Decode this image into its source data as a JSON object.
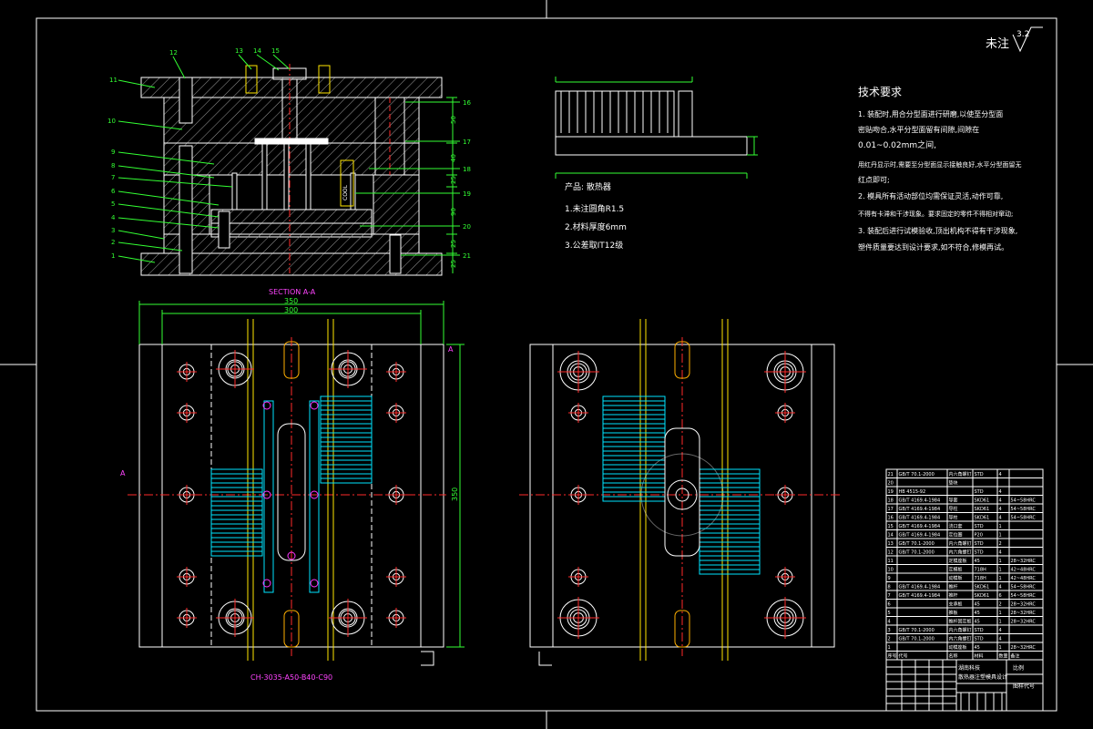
{
  "note_symbol": {
    "text": "未注",
    "roughness": "3.2"
  },
  "section_label": "SECTION A-A",
  "view_marker": "A",
  "part_callouts": [
    "1",
    "2",
    "3",
    "4",
    "5",
    "6",
    "7",
    "8",
    "9",
    "10",
    "11",
    "12",
    "13",
    "14",
    "15",
    "16",
    "17",
    "18",
    "19",
    "20",
    "21"
  ],
  "section_dims": [
    "50",
    "40",
    "25",
    "90",
    "25",
    "25"
  ],
  "plan_dims": {
    "overall_width": "350",
    "inner_width": "300",
    "height": "350"
  },
  "mold_base_code": "CH-3035-A50-B40-C90",
  "product_info": {
    "title": "产品: 散热器",
    "items": [
      "1.未注圆角R1.5",
      "2.材料厚度6mm",
      "3.公差取IT12级"
    ]
  },
  "tech_requirements": {
    "title": "技术要求",
    "lines": [
      "1. 装配时,用合分型面进行研磨,以使至分型面",
      "密贴吻合,水平分型面留有间隙,间隙在",
      "0.01~0.02mm之间,",
      "用红丹显示时,需要至分型面显示接触良好,水平分型面留无",
      "红点即可;",
      "2. 模具所有活动部位均需保证灵活,动作可靠,",
      "不得有卡滞和干涉现象。要求固定的零件不得相对窜动;",
      "3. 装配后进行试模验收,顶出机构不得有干涉现象,",
      "塑件质量要达到设计要求,如不符合,修模再试。"
    ]
  },
  "bom": {
    "rows": [
      [
        "21",
        "GB/T 70.1-2000",
        "内六角螺钉",
        "STD",
        "4",
        ""
      ],
      [
        "20",
        "",
        "垫块",
        "",
        "",
        ""
      ],
      [
        "19",
        "HB 4515-92",
        "",
        "STD",
        "4",
        ""
      ],
      [
        "18",
        "GB/T 4169.4-1984",
        "导套",
        "SKD61",
        "4",
        "54~58HRC"
      ],
      [
        "17",
        "GB/T 4169.4-1984",
        "导柱",
        "SKD61",
        "4",
        "54~58HRC"
      ],
      [
        "16",
        "GB/T 4169.4-1984",
        "导柱",
        "SKD61",
        "4",
        "54~58HRC"
      ],
      [
        "15",
        "GB/T 4169.4-1984",
        "浇口套",
        "STD",
        "1",
        ""
      ],
      [
        "14",
        "GB/T 4169.4-1984",
        "定位圈",
        "P20",
        "1",
        ""
      ],
      [
        "13",
        "GB/T 70.1-2000",
        "内六角螺钉",
        "STD",
        "2",
        ""
      ],
      [
        "12",
        "GB/T 70.1-2000",
        "内六角螺钉",
        "STD",
        "4",
        ""
      ],
      [
        "11",
        "",
        "定模座板",
        "45",
        "1",
        "28~32HRC"
      ],
      [
        "10",
        "",
        "定模板",
        "718H",
        "1",
        "42~48HRC"
      ],
      [
        "9",
        "",
        "动模板",
        "718H",
        "1",
        "42~48HRC"
      ],
      [
        "8",
        "GB/T 4169.4-1984",
        "推杆",
        "SKD61",
        "4",
        "54~58HRC"
      ],
      [
        "7",
        "GB/T 4169.4-1984",
        "推杆",
        "SKD61",
        "6",
        "54~58HRC"
      ],
      [
        "6",
        "",
        "支承板",
        "45",
        "2",
        "28~32HRC"
      ],
      [
        "5",
        "",
        "推板",
        "45",
        "1",
        "28~32HRC"
      ],
      [
        "4",
        "",
        "推杆固定板",
        "45",
        "1",
        "28~32HRC"
      ],
      [
        "3",
        "GB/T 70.1-2000",
        "内六角螺钉",
        "STD",
        "4",
        ""
      ],
      [
        "2",
        "GB/T 70.1-2000",
        "内六角螺钉",
        "STD",
        "4",
        ""
      ],
      [
        "1",
        "",
        "动模座板",
        "45",
        "1",
        "28~32HRC"
      ]
    ],
    "header": [
      "序号",
      "代号",
      "名称",
      "材料",
      "数量",
      "备注"
    ],
    "title_block": {
      "drawing_name": "散热器注塑模具设计",
      "school": "湖南科技",
      "code": "图样代号",
      "scale": "比例"
    }
  },
  "colors": {
    "line": "#ffffff",
    "dim": "#33ff33",
    "center": "#ff2a2a",
    "part": "#00e5ff",
    "cooling": "#ffe600",
    "label": "#ff44ff"
  }
}
